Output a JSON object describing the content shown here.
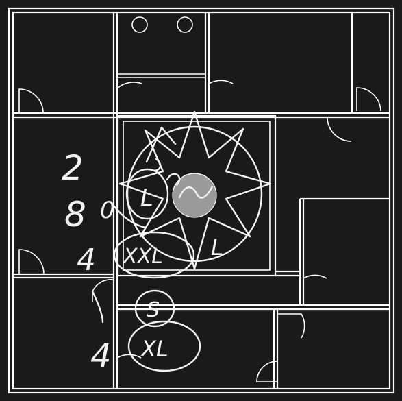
{
  "colors": {
    "background": "#1a1a1a",
    "lines": "#ffffff",
    "center_disc": "#9a9a9a"
  },
  "annotations": {
    "n1": "2",
    "n2": "8",
    "n3": "0",
    "n4": "4",
    "n5": "4",
    "t1": "XXL",
    "t2": "S",
    "t3": "XL",
    "t4": "L",
    "t5": "L"
  }
}
